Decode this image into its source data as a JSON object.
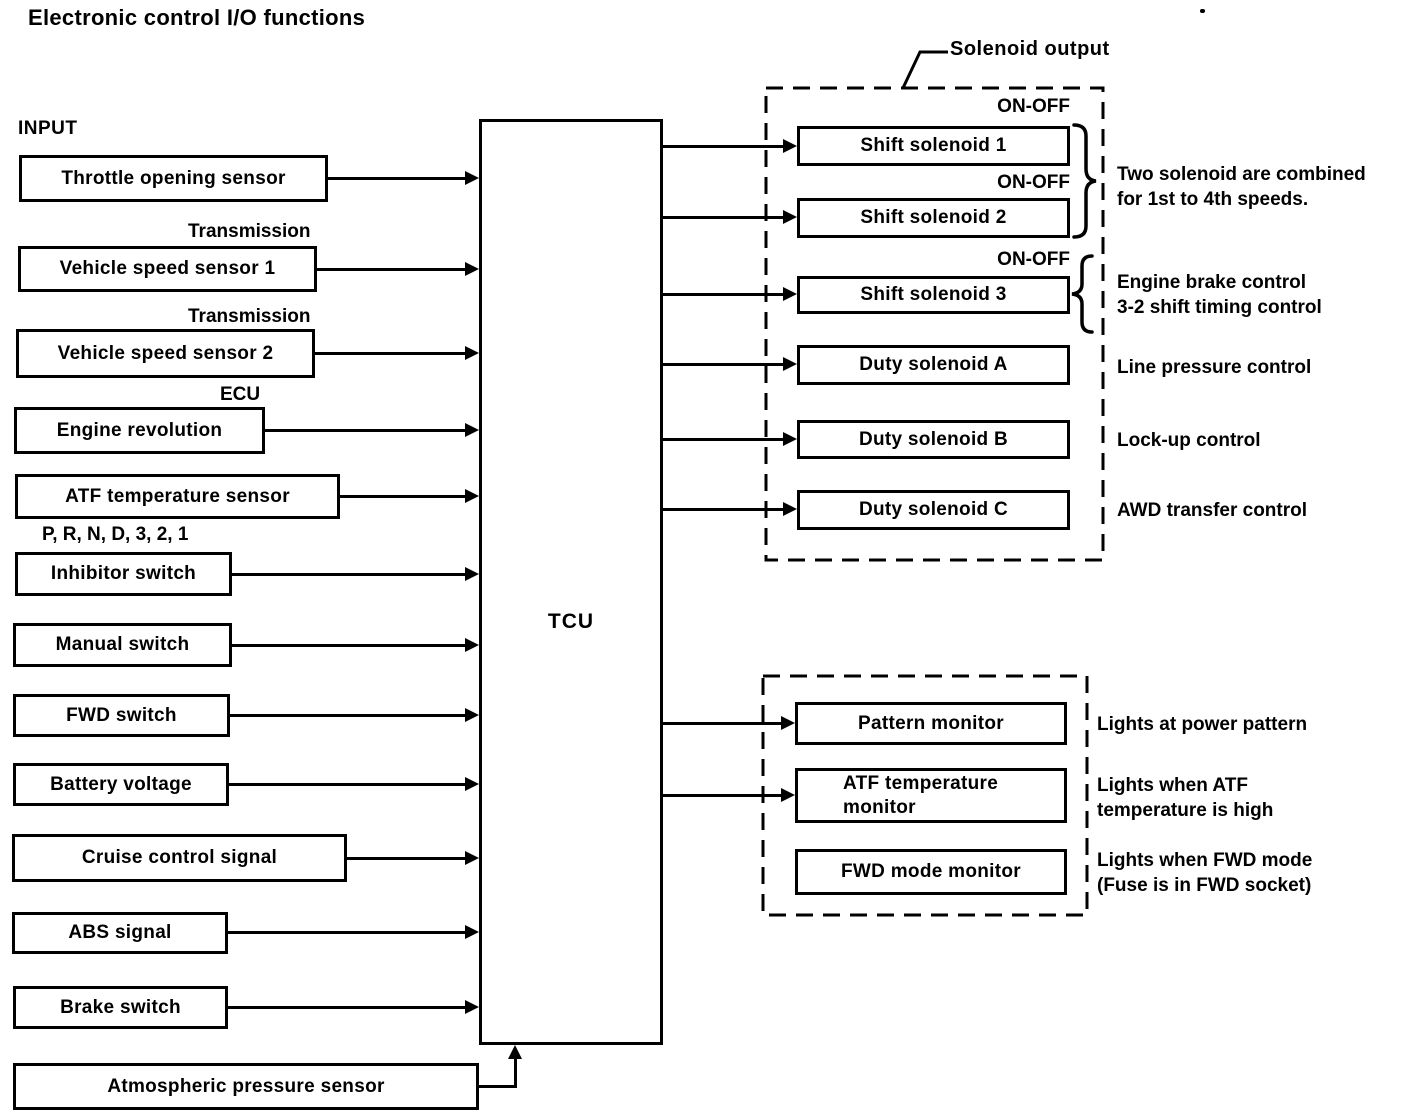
{
  "title": "Electronic control I/O functions",
  "colors": {
    "ink": "#000000",
    "paper": "#ffffff"
  },
  "input_section": {
    "label": "INPUT",
    "items": [
      {
        "label": "Throttle opening sensor",
        "pre_label": ""
      },
      {
        "label": "Vehicle speed sensor 1",
        "pre_label": "Transmission"
      },
      {
        "label": "Vehicle speed sensor 2",
        "pre_label": "Transmission"
      },
      {
        "label": "Engine revolution",
        "pre_label": "ECU"
      },
      {
        "label": "ATF temperature sensor",
        "pre_label": ""
      },
      {
        "label": "Inhibitor switch",
        "pre_label": "P, R, N, D, 3, 2, 1"
      },
      {
        "label": "Manual switch",
        "pre_label": ""
      },
      {
        "label": "FWD switch",
        "pre_label": ""
      },
      {
        "label": "Battery voltage",
        "pre_label": ""
      },
      {
        "label": "Cruise control signal",
        "pre_label": ""
      },
      {
        "label": "ABS signal",
        "pre_label": ""
      },
      {
        "label": "Brake switch",
        "pre_label": ""
      },
      {
        "label": "Atmospheric pressure sensor",
        "pre_label": ""
      }
    ]
  },
  "controller": {
    "label": "TCU"
  },
  "solenoid_section": {
    "label": "Solenoid output",
    "items": [
      {
        "label": "Shift solenoid 1",
        "pre_label": "ON-OFF"
      },
      {
        "label": "Shift solenoid 2",
        "pre_label": "ON-OFF"
      },
      {
        "label": "Shift solenoid 3",
        "pre_label": "ON-OFF"
      },
      {
        "label": "Duty solenoid A",
        "pre_label": ""
      },
      {
        "label": "Duty solenoid B",
        "pre_label": ""
      },
      {
        "label": "Duty solenoid C",
        "pre_label": ""
      }
    ],
    "annotations": [
      "Two solenoid are combined\nfor 1st to 4th speeds.",
      "Engine brake control\n3-2 shift timing control",
      "Line pressure control",
      "Lock-up control",
      "AWD transfer control"
    ]
  },
  "monitor_section": {
    "items": [
      {
        "label": "Pattern monitor"
      },
      {
        "label": "ATF temperature\nmonitor"
      },
      {
        "label": "FWD mode monitor"
      }
    ],
    "annotations": [
      "Lights at power pattern",
      "Lights when ATF\ntemperature is high",
      "Lights when FWD mode\n(Fuse is in FWD socket)"
    ]
  }
}
